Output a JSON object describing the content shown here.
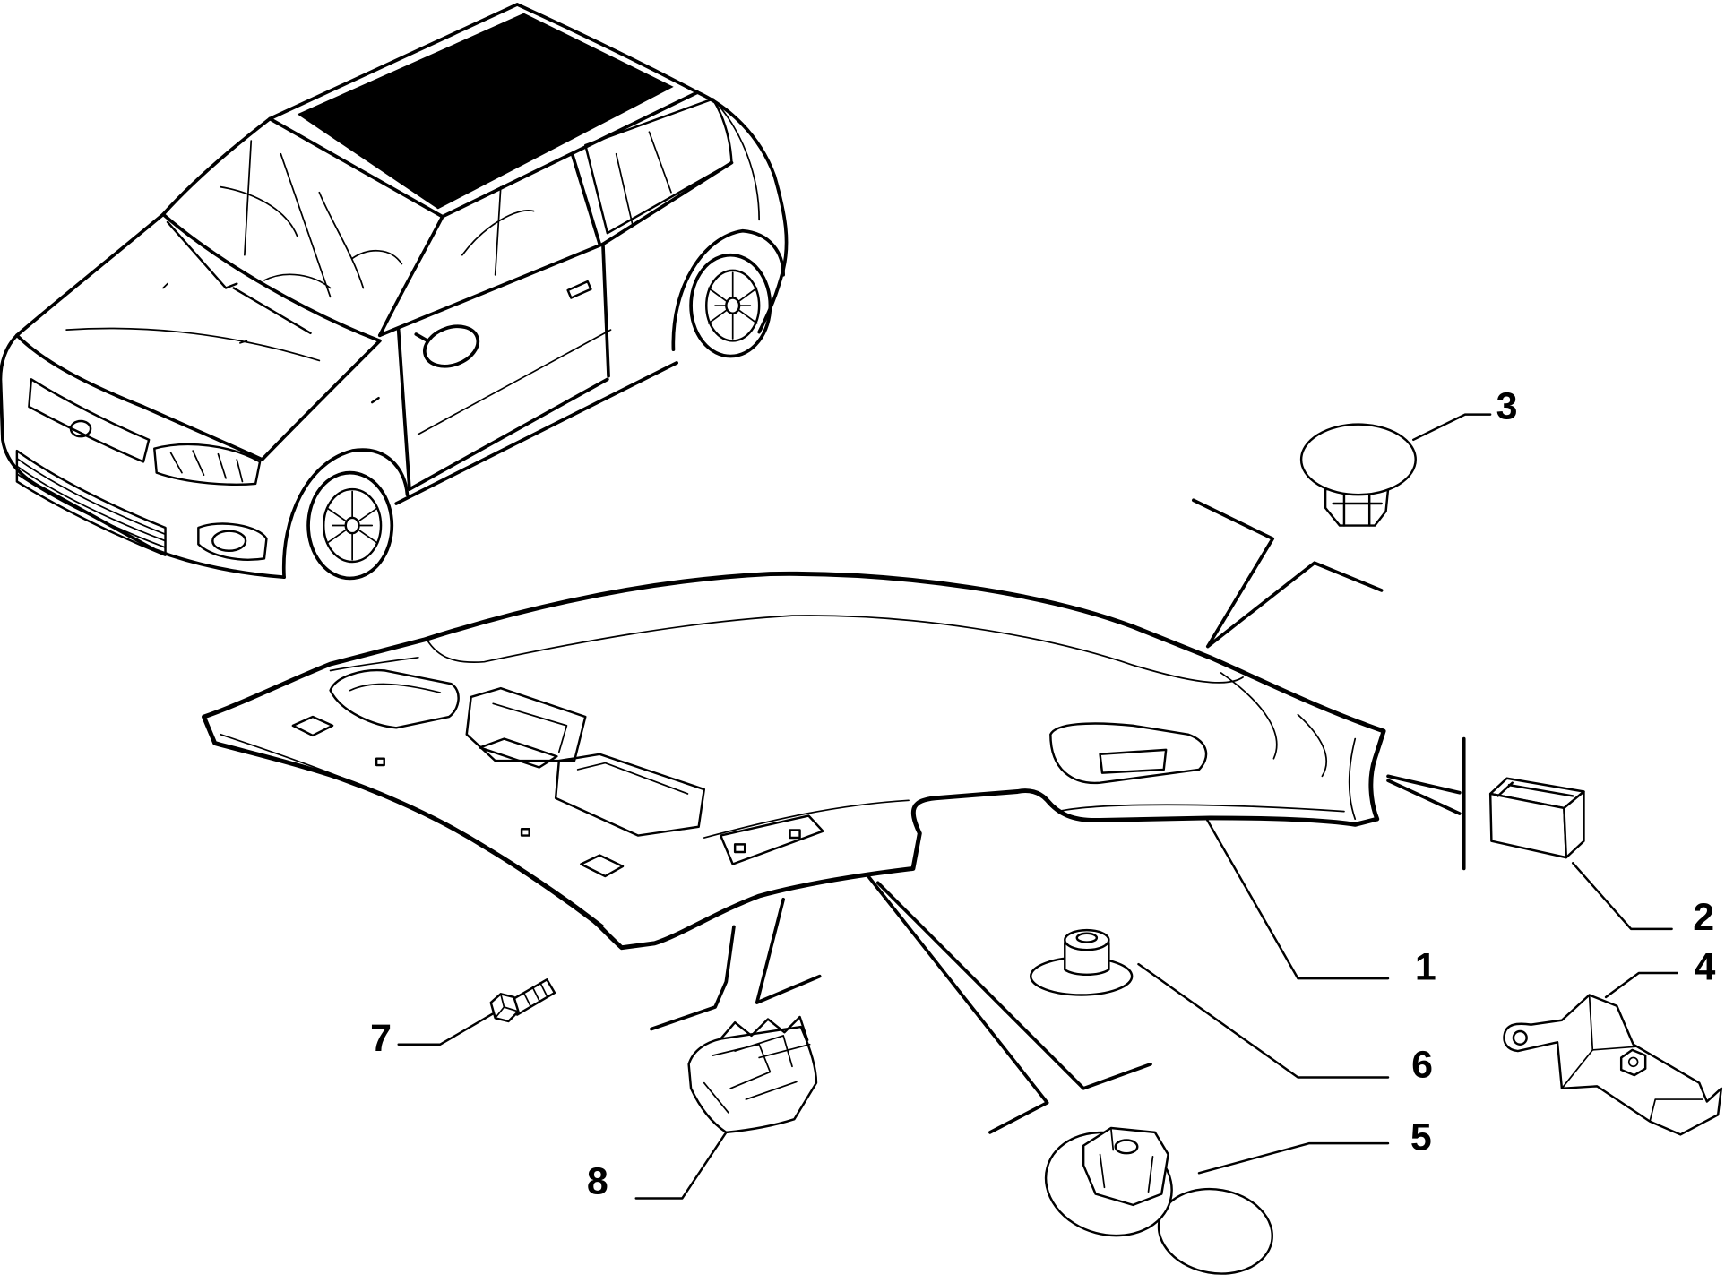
{
  "callouts": {
    "p1": "1",
    "p2": "2",
    "p3": "3",
    "p4": "4",
    "p5": "5",
    "p6": "6",
    "p7": "7",
    "p8": "8"
  },
  "colors": {
    "ink": "#000000",
    "paper": "#ffffff"
  }
}
